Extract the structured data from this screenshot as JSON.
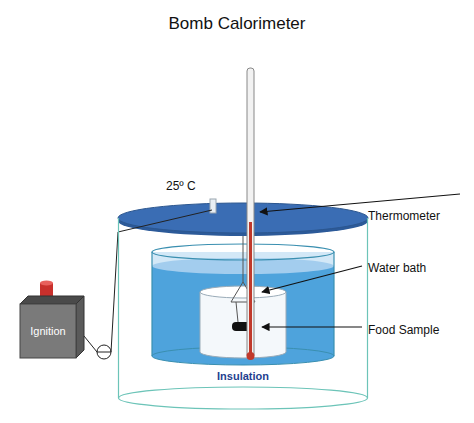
{
  "diagram": {
    "title": "Bomb Calorimeter",
    "nodes": [
      {
        "text": [
          "Insulation"
        ]
      },
      {
        "text": [
          "Ignition"
        ]
      }
    ],
    "edges": [
      {
        "from": 1,
        "to": 0,
        "arrow": "none"
      }
    ],
    "labels": [
      "25º C",
      "Thermometer",
      "Water bath",
      "Food Sample"
    ]
  }
}
